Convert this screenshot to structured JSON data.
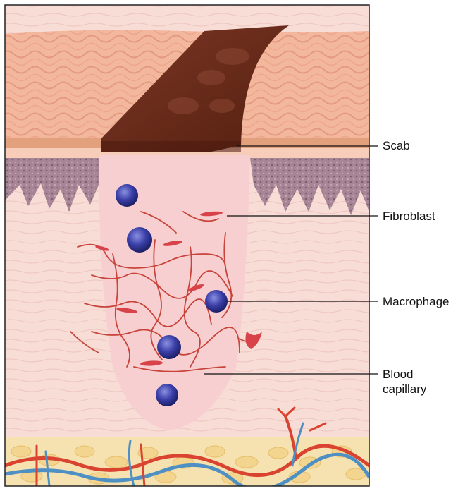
{
  "labels": {
    "scab": "Scab",
    "fibroblast": "Fibroblast",
    "macrophage": "Macrophage",
    "blood_capillary_line1": "Blood",
    "blood_capillary_line2": "capillary"
  },
  "colors": {
    "frame": "#222222",
    "epidermis": "#f2b79c",
    "epidermis_lines": "#e49a80",
    "dermis": "#f8dcd6",
    "wound_tissue": "#f7cfd0",
    "scab": "#6b2c1e",
    "scab_shadow": "#4a1a10",
    "papillae": "#9d7e8e",
    "capillary": "#c8443a",
    "macrophage": "#3a3fa8",
    "fat": "#f3d590",
    "artery": "#d9432f",
    "vein": "#4e8fc4",
    "leader_line": "#111111"
  }
}
